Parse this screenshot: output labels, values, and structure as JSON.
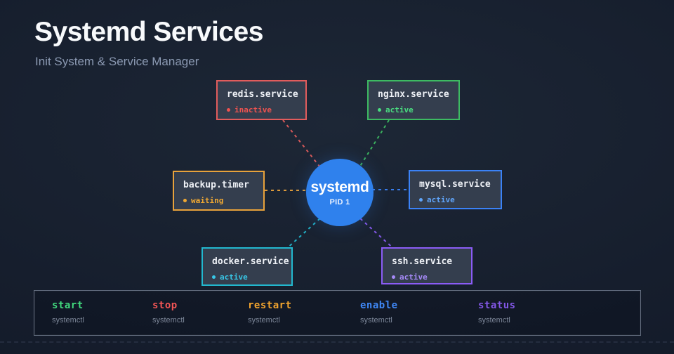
{
  "header": {
    "title": "Systemd Services",
    "subtitle": "Init System & Service Manager"
  },
  "center": {
    "label": "systemd",
    "sublabel": "PID 1",
    "color": "#2f81ed"
  },
  "services": [
    {
      "id": "redis",
      "name": "redis.service",
      "status": "inactive",
      "border_color": "#e25c5c",
      "status_color": "#ef5350"
    },
    {
      "id": "nginx",
      "name": "nginx.service",
      "status": "active",
      "border_color": "#3dba62",
      "status_color": "#4ade80"
    },
    {
      "id": "backup",
      "name": "backup.timer",
      "status": "waiting",
      "border_color": "#e8a23b",
      "status_color": "#f0a832"
    },
    {
      "id": "mysql",
      "name": "mysql.service",
      "status": "active",
      "border_color": "#3b82f6",
      "status_color": "#60a5fa"
    },
    {
      "id": "docker",
      "name": "docker.service",
      "status": "active",
      "border_color": "#22b8cf",
      "status_color": "#38c8e8"
    },
    {
      "id": "ssh",
      "name": "ssh.service",
      "status": "active",
      "border_color": "#8b5cf6",
      "status_color": "#a78bfa"
    }
  ],
  "commands": {
    "items": [
      {
        "label": "start",
        "sub": "systemctl",
        "color": "#41d87d"
      },
      {
        "label": "stop",
        "sub": "systemctl",
        "color": "#f25555"
      },
      {
        "label": "restart",
        "sub": "systemctl",
        "color": "#f0a32e"
      },
      {
        "label": "enable",
        "sub": "systemctl",
        "color": "#3f87f5"
      },
      {
        "label": "status",
        "sub": "systemctl",
        "color": "#8257e6"
      }
    ]
  }
}
